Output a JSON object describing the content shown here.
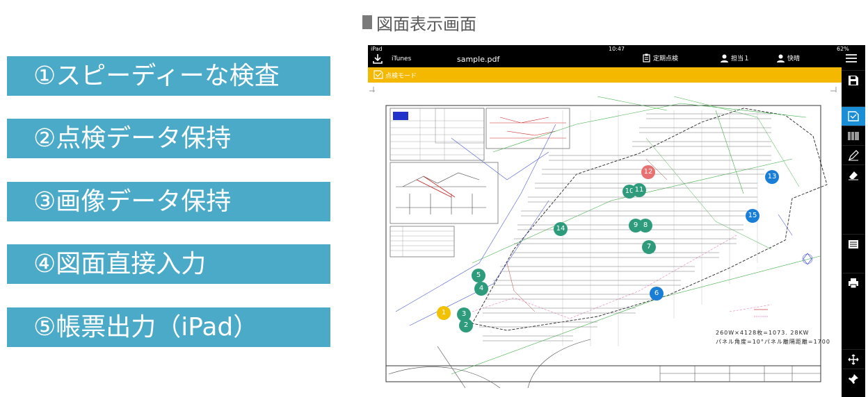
{
  "heading": {
    "label": "図面表示画面"
  },
  "features": [
    "①スピーディーな検査",
    "②点検データ保持",
    "③画像データ保持",
    "④図面直接入力",
    "⑤帳票出力（iPad）"
  ],
  "ipad": {
    "status_left": "iPad",
    "status_time": "10:47",
    "status_battery": "62%",
    "itunes_label": "iTunes",
    "file_name": "sample.pdf",
    "inspection_label": "定期点検",
    "person_label": "担当１",
    "weather_label": "快晴",
    "mode_label": "点検モード"
  },
  "drawing": {
    "summary_line1": "260W×4128枚=1073. 28KW",
    "summary_line2": "パネル角度=10°パネル離隔距離=1700"
  },
  "markers": [
    {
      "n": "1",
      "color": "yellow"
    },
    {
      "n": "2",
      "color": "green"
    },
    {
      "n": "3",
      "color": "green"
    },
    {
      "n": "4",
      "color": "green"
    },
    {
      "n": "5",
      "color": "green"
    },
    {
      "n": "6",
      "color": "blue"
    },
    {
      "n": "7",
      "color": "green"
    },
    {
      "n": "8",
      "color": "green"
    },
    {
      "n": "9",
      "color": "green"
    },
    {
      "n": "10",
      "color": "green"
    },
    {
      "n": "11",
      "color": "green"
    },
    {
      "n": "12",
      "color": "red"
    },
    {
      "n": "13",
      "color": "blue"
    },
    {
      "n": "14",
      "color": "green"
    },
    {
      "n": "15",
      "color": "blue"
    }
  ],
  "toolbar_icons": [
    "menu-icon",
    "save-icon",
    "inspect-icon",
    "barcode-icon",
    "pen-icon",
    "eraser-icon",
    "list-icon",
    "print-icon",
    "move-icon",
    "pin-icon"
  ]
}
